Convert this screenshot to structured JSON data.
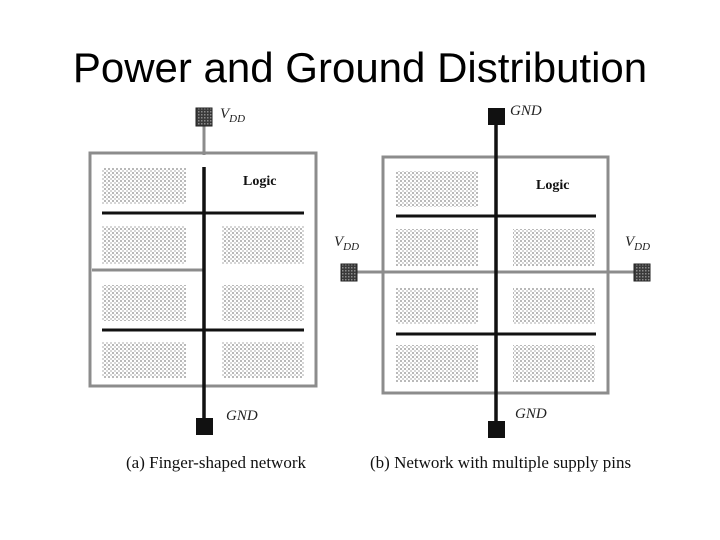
{
  "title": "Power and Ground Distribution",
  "diagram_a": {
    "caption": "(a) Finger-shaped network",
    "logic_label": "Logic",
    "vdd_label": "V",
    "vdd_sub": "DD",
    "gnd_label": "GND"
  },
  "diagram_b": {
    "caption": "(b) Network with multiple supply pins",
    "logic_label": "Logic",
    "gnd_top_label": "GND",
    "vdd_left_label": "V",
    "vdd_left_sub": "DD",
    "vdd_right_label": "V",
    "vdd_right_sub": "DD",
    "gnd_bottom_label": "GND"
  }
}
